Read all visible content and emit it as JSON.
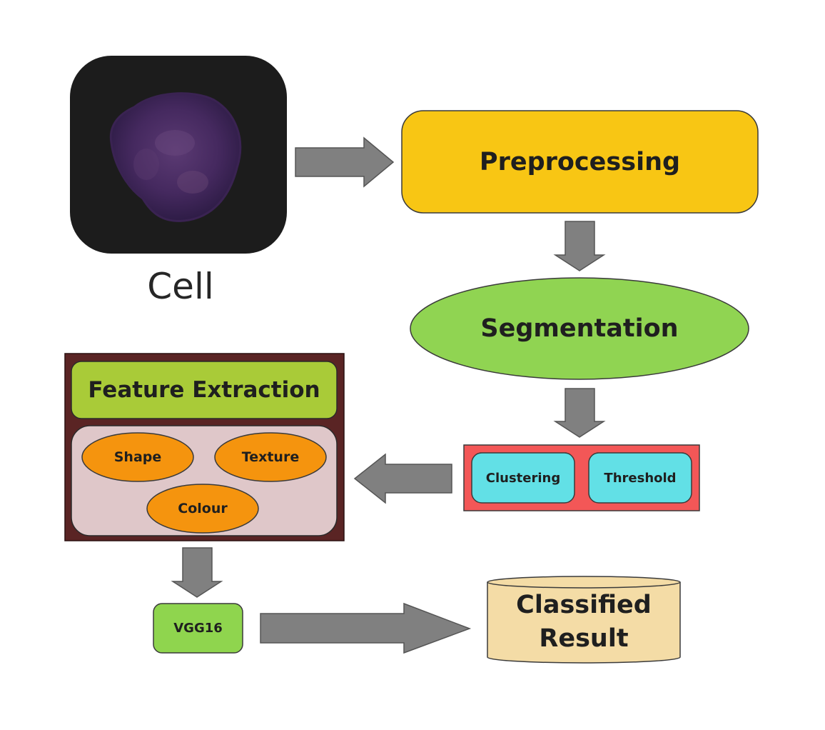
{
  "diagram": {
    "cell_label": "Cell",
    "preprocessing": "Preprocessing",
    "segmentation": "Segmentation",
    "clustering": "Clustering",
    "threshold": "Threshold",
    "feature_extraction": "Feature Extraction",
    "shape": "Shape",
    "texture": "Texture",
    "colour": "Colour",
    "vgg16": "VGG16",
    "classified_result": "Classified Result"
  },
  "colors": {
    "preprocessing_fill": "#f8c614",
    "segmentation_fill": "#90d452",
    "seg_methods_panel": "#f35757",
    "method_fill": "#62e0e6",
    "feature_outer": "#5a2424",
    "feature_header": "#a9cb38",
    "feature_inner": "#dfc7c9",
    "feature_ellipse": "#f5940e",
    "vgg_fill": "#8fd54e",
    "result_fill": "#f4dca6",
    "arrow_fill": "#808080",
    "cell_bg": "#1c1c1c",
    "nucleus": "#4a2f66"
  }
}
